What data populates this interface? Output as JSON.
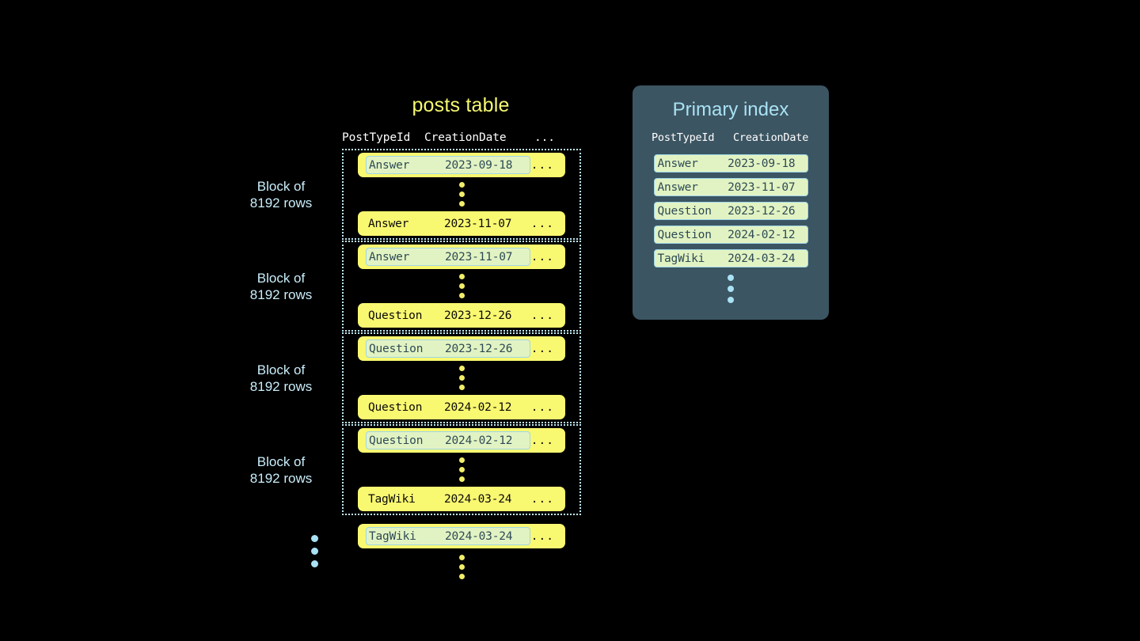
{
  "posts_table": {
    "title": "posts table",
    "columns": [
      "PostTypeId",
      "CreationDate",
      "..."
    ],
    "ellipsis_cell": "...",
    "block_label": "Block of\n8192 rows",
    "blocks": [
      {
        "label": "Block of\n8192 rows",
        "first_row": {
          "type": "Answer",
          "date": "2023-09-18",
          "more": "...",
          "highlighted": true
        },
        "last_row": {
          "type": "Answer",
          "date": "2023-11-07",
          "more": "...",
          "highlighted": false
        }
      },
      {
        "label": "Block of\n8192 rows",
        "first_row": {
          "type": "Answer",
          "date": "2023-11-07",
          "more": "...",
          "highlighted": true
        },
        "last_row": {
          "type": "Question",
          "date": "2023-12-26",
          "more": "...",
          "highlighted": false
        }
      },
      {
        "label": "Block of\n8192 rows",
        "first_row": {
          "type": "Question",
          "date": "2023-12-26",
          "more": "...",
          "highlighted": true
        },
        "last_row": {
          "type": "Question",
          "date": "2024-02-12",
          "more": "...",
          "highlighted": false
        }
      },
      {
        "label": "Block of\n8192 rows",
        "first_row": {
          "type": "Question",
          "date": "2024-02-12",
          "more": "...",
          "highlighted": true
        },
        "last_row": {
          "type": "TagWiki",
          "date": "2024-03-24",
          "more": "...",
          "highlighted": false
        }
      }
    ],
    "tail_row": {
      "type": "TagWiki",
      "date": "2024-03-24",
      "more": "...",
      "highlighted": true
    }
  },
  "primary_index": {
    "title": "Primary index",
    "columns": [
      "PostTypeId",
      "CreationDate"
    ],
    "rows": [
      {
        "type": "Answer",
        "date": "2023-09-18"
      },
      {
        "type": "Answer",
        "date": "2023-11-07"
      },
      {
        "type": "Question",
        "date": "2023-12-26"
      },
      {
        "type": "Question",
        "date": "2024-02-12"
      },
      {
        "type": "TagWiki",
        "date": "2024-03-24"
      }
    ]
  },
  "colors": {
    "background": "#000000",
    "row_pill": "#f9f871",
    "highlight_fill": "#e2f3c3",
    "highlight_border": "#9fd6e8",
    "accent_blue": "#a9e2f4",
    "panel_bg": "#3c5562",
    "title_yellow": "#f6f871",
    "dot_yellow": "#f2ed6a"
  }
}
